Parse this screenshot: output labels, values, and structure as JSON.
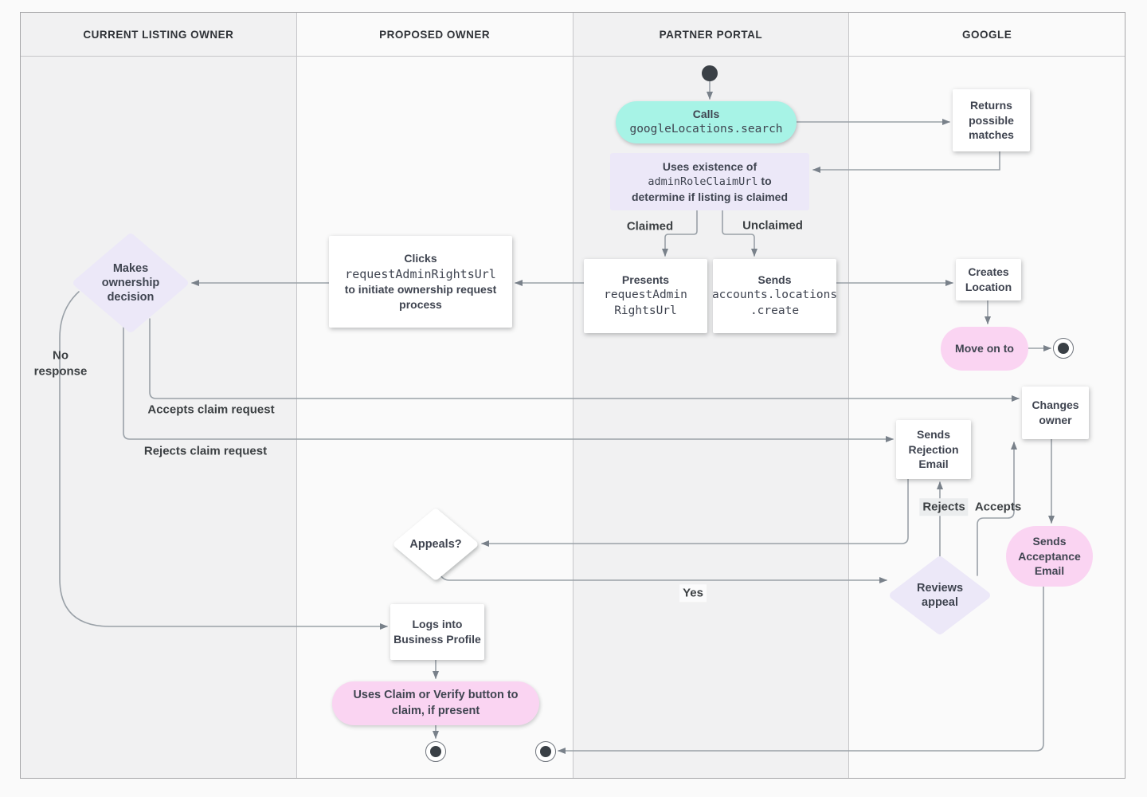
{
  "lanes": [
    {
      "label": "CURRENT LISTING OWNER"
    },
    {
      "label": "PROPOSED OWNER"
    },
    {
      "label": "PARTNER PORTAL"
    },
    {
      "label": "GOOGLE"
    }
  ],
  "nodes": {
    "calls": {
      "title": "Calls",
      "code": "googleLocations.search"
    },
    "returns_matches": {
      "text": "Returns possible matches"
    },
    "uses_existence": {
      "line1": "Uses existence of",
      "code": "adminRoleClaimUrl",
      "line2_suffix": " to",
      "line3": "determine if listing is claimed"
    },
    "presents": {
      "title": "Presents",
      "code_line1": "requestAdmin",
      "code_line2": "RightsUrl"
    },
    "sends_create": {
      "title": "Sends",
      "code_line1": "accounts.locations",
      "code_line2": ".create"
    },
    "creates_location": {
      "text": "Creates Location"
    },
    "move_on": {
      "text": "Move on to"
    },
    "clicks": {
      "title": "Clicks",
      "code": "requestAdminRightsUrl",
      "line2": "to initiate ownership request process"
    },
    "makes_decision": {
      "text": "Makes ownership decision"
    },
    "sends_rejection": {
      "text": "Sends Rejection Email"
    },
    "changes_owner": {
      "text": "Changes owner"
    },
    "sends_acceptance": {
      "text": "Sends Acceptance Email"
    },
    "reviews_appeal": {
      "text": "Reviews appeal"
    },
    "appeals": {
      "text": "Appeals?"
    },
    "logs_in": {
      "text": "Logs into Business Profile"
    },
    "claim_verify": {
      "text": "Uses Claim or Verify button to claim, if present"
    }
  },
  "edge_labels": {
    "claimed": "Claimed",
    "unclaimed": "Unclaimed",
    "no_response": "No response",
    "accepts_claim": "Accepts claim request",
    "rejects_claim": "Rejects claim request",
    "rejects": "Rejects",
    "accepts": "Accepts",
    "yes": "Yes"
  },
  "colors": {
    "cyan_node": "#a7f3e6",
    "pink_node": "#fad4f2",
    "lavender_node": "#ece8f8",
    "white_node": "#ffffff",
    "wire": "#9aa1a8",
    "text": "#3f4450",
    "lane_shaded": "#f1f1f2",
    "lane_light": "#fafafa"
  }
}
